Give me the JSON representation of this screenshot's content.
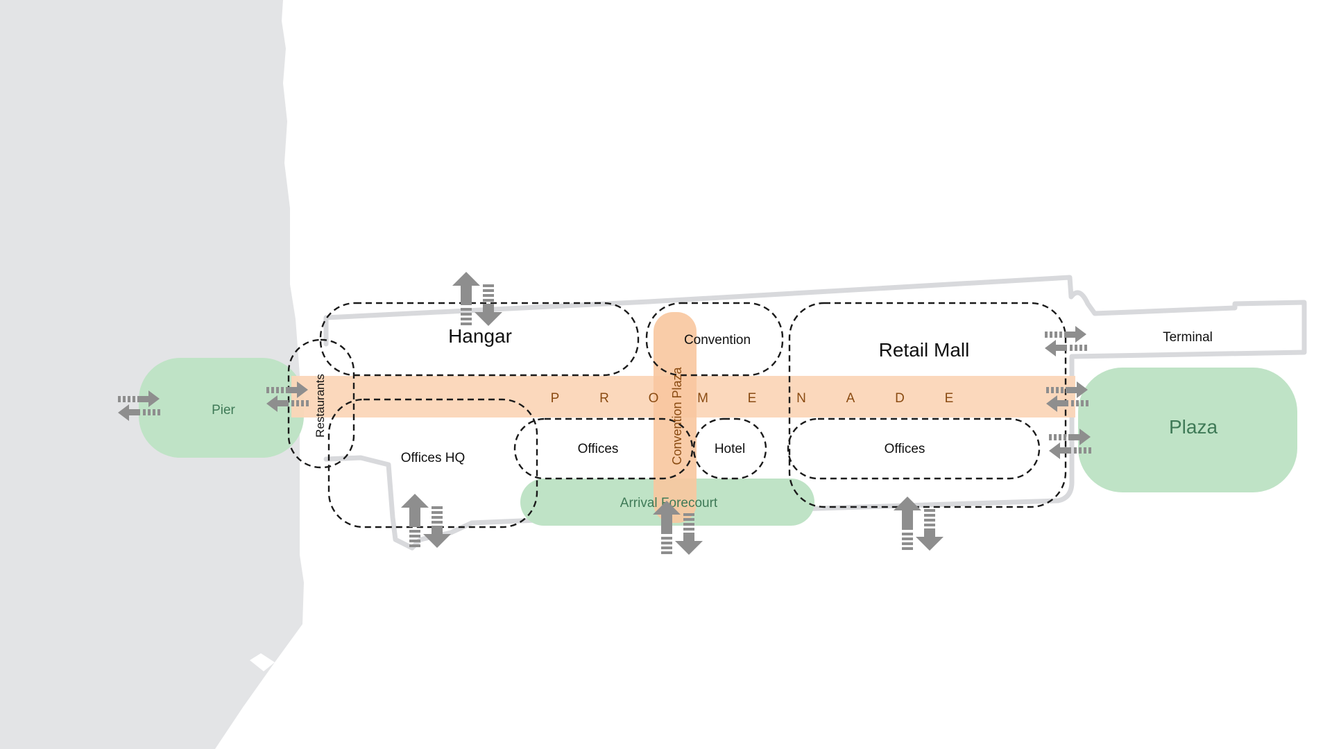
{
  "zones": {
    "hangar": "Hangar",
    "convention": "Convention",
    "retail_mall": "Retail Mall",
    "terminal": "Terminal",
    "restaurants": "Restaurants",
    "offices_hq": "Offices HQ",
    "offices_center": "Offices",
    "hotel": "Hotel",
    "offices_east": "Offices"
  },
  "open_spaces": {
    "pier": "Pier",
    "plaza": "Plaza",
    "arrival_forecourt": "Arrival Forecourt",
    "convention_plaza": "Convention Plaza"
  },
  "promenade_letters": [
    "P",
    "R",
    "O",
    "M",
    "E",
    "N",
    "A",
    "D",
    "E"
  ],
  "colors": {
    "water": "#e3e4e6",
    "green_space": "#bfe3c6",
    "promenade": "#fbd6b8",
    "convention_plaza": "#f8c79e",
    "zone_outline": "#1a1a1a",
    "building_outline": "#d8d9dc",
    "arrow": "#8e8e8e"
  },
  "icons": {
    "vertical_flow": "up-down-arrows-icon",
    "horizontal_flow": "left-right-arrows-icon"
  }
}
